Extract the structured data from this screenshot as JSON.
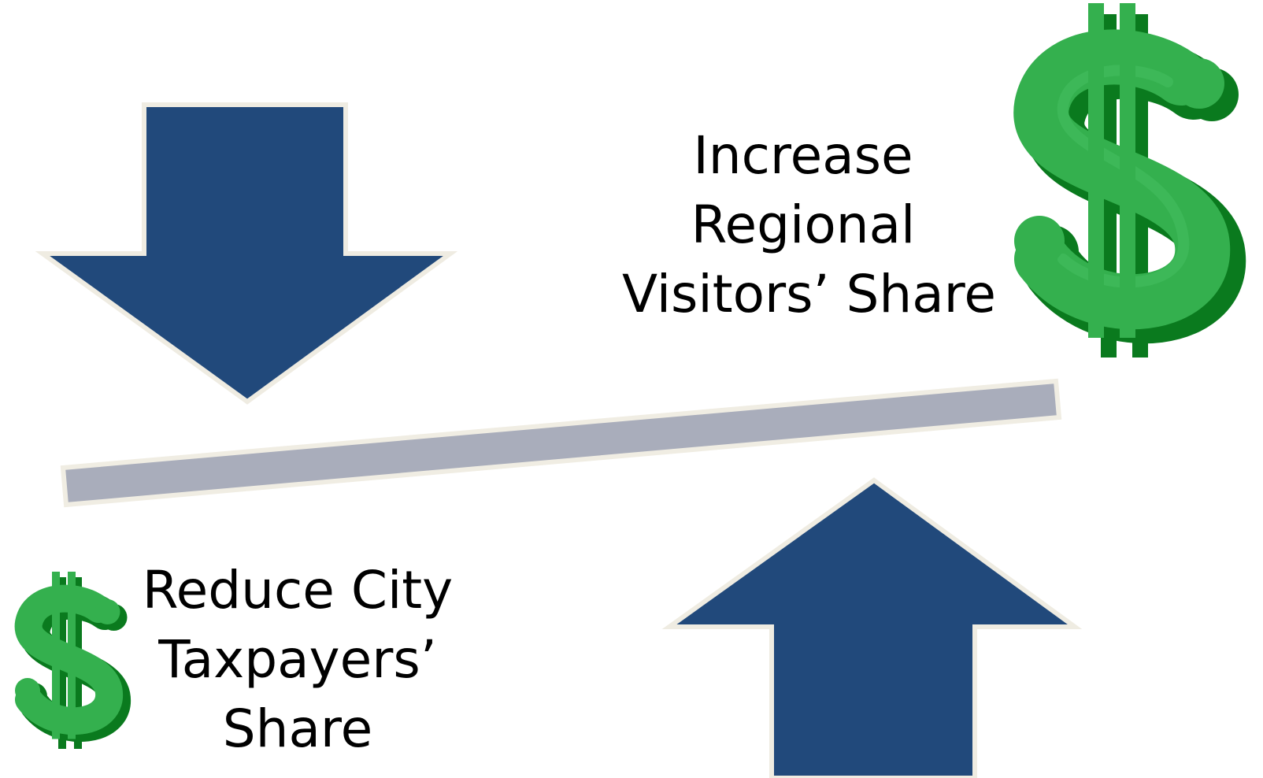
{
  "labels": {
    "increase_regional": {
      "lines": [
        "Increase",
        "Regional",
        "Visitors’ Share"
      ]
    },
    "reduce_city": {
      "lines": [
        "Reduce City",
        "Taxpayers’",
        "Share"
      ]
    }
  },
  "icons": {
    "large_dollar": "dollar-sign-icon",
    "small_dollar": "dollar-sign-icon",
    "down_arrow": "down-arrow-icon",
    "up_arrow": "up-arrow-icon",
    "balance_beam": "tilted-beam"
  },
  "colors": {
    "arrow_fill": "#21497b",
    "arrow_outline": "#efece2",
    "beam_fill": "#a9adbb",
    "beam_outline": "#f0ede3",
    "dollar_light": "#34b04e",
    "dollar_dark": "#0a7a1e",
    "text": "#000000"
  }
}
